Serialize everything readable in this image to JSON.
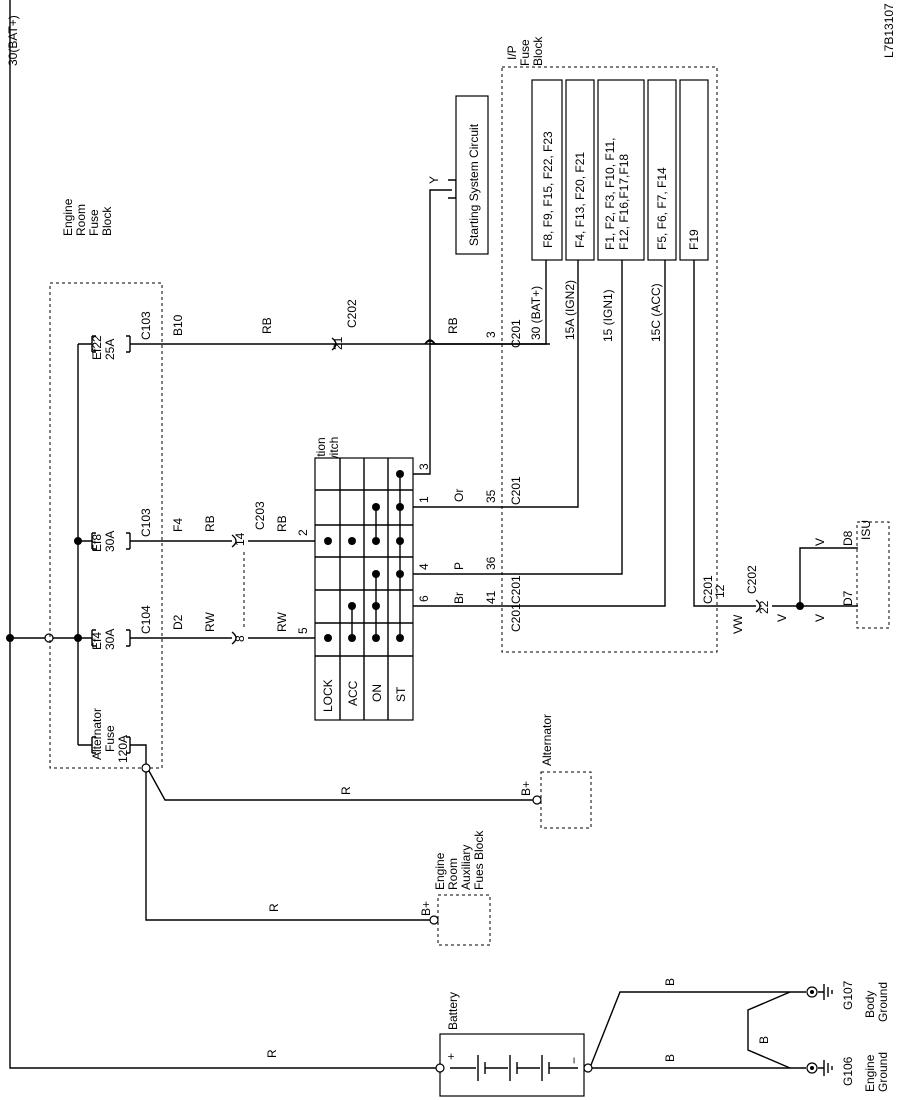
{
  "diagram_id": "L7B13107",
  "bat_bus": "30(BAT+)",
  "engine_fuse_block": {
    "l1": "Engine",
    "l2": "Room",
    "l3": "Fuse",
    "l4": "Block"
  },
  "ip_fuse_block": {
    "l1": "I/P",
    "l2": "Fuse",
    "l3": "Block"
  },
  "fuses": {
    "ef22": {
      "name": "Ef22",
      "rating": "25A"
    },
    "ef8": {
      "name": "Ef8",
      "rating": "30A"
    },
    "ef4": {
      "name": "Ef4",
      "rating": "30A"
    },
    "alt": {
      "l1": "Alternator",
      "l2": "Fuse",
      "rating": "120A"
    }
  },
  "conn": {
    "c103a": "C103",
    "b10": "B10",
    "c103b": "C103",
    "f4": "F4",
    "c104": "C104",
    "d2": "D2",
    "c202": "C202",
    "c202_pin": "21",
    "c203": "C203",
    "c203_p14": "14",
    "c203_p8": "8",
    "c201_3": "C201",
    "pin3": "3",
    "c201_35": "C201",
    "pin35": "35",
    "c201_36": "C201",
    "pin36": "36",
    "c201_41": "C201",
    "pin41": "41",
    "c201_12": "C201",
    "pin12": "12",
    "c202b": "C202",
    "pin22": "22",
    "d8": "D8",
    "d7": "D7"
  },
  "wires": {
    "rb1": "RB",
    "rb2": "RB",
    "rb3": "RB",
    "rb4": "RB",
    "rw1": "RW",
    "rw2": "RW",
    "y": "Y",
    "or": "Or",
    "p": "P",
    "br": "Br",
    "vw": "VW",
    "v1": "V",
    "v2": "V",
    "v3": "V",
    "r1": "R",
    "r2": "R",
    "r3": "R",
    "b1": "B",
    "b2": "B",
    "b3": "B"
  },
  "circuits": {
    "bat": "30 (BAT+)",
    "ign2": "15A (IGN2)",
    "ign1": "15 (IGN1)",
    "acc": "15C (ACC)"
  },
  "ip_fuses": {
    "f1": "F8, F9, F15, F22, F23",
    "f2": "F4, F13, F20, F21",
    "f3a": "F1, F2, F3, F10, F11,",
    "f3b": "F12, F16,F17,F18",
    "f4": "F5, F6, F7, F14",
    "f5": "F19"
  },
  "starting_circuit": "Starting System Circuit",
  "ignition": {
    "title1": "Ignition",
    "title2": "Switch",
    "positions": [
      "LOCK",
      "ACC",
      "ON",
      "ST"
    ],
    "pins": {
      "p3": "3",
      "p1": "1",
      "p2": "2",
      "p4": "4",
      "p6": "6",
      "p5": "5"
    }
  },
  "isu": "ISU",
  "alternator": {
    "label": "Alternator",
    "terminal": "B+"
  },
  "aux_block": {
    "terminal": "B+",
    "l1": "Engine",
    "l2": "Room",
    "l3": "Auxiliary",
    "l4": "Fues Block"
  },
  "battery": {
    "label": "Battery",
    "plus": "+",
    "minus": "−"
  },
  "grounds": {
    "g107": "G107",
    "g107_l1": "Body",
    "g107_l2": "Ground",
    "g106": "G106",
    "g106_l1": "Engine",
    "g106_l2": "Ground"
  }
}
